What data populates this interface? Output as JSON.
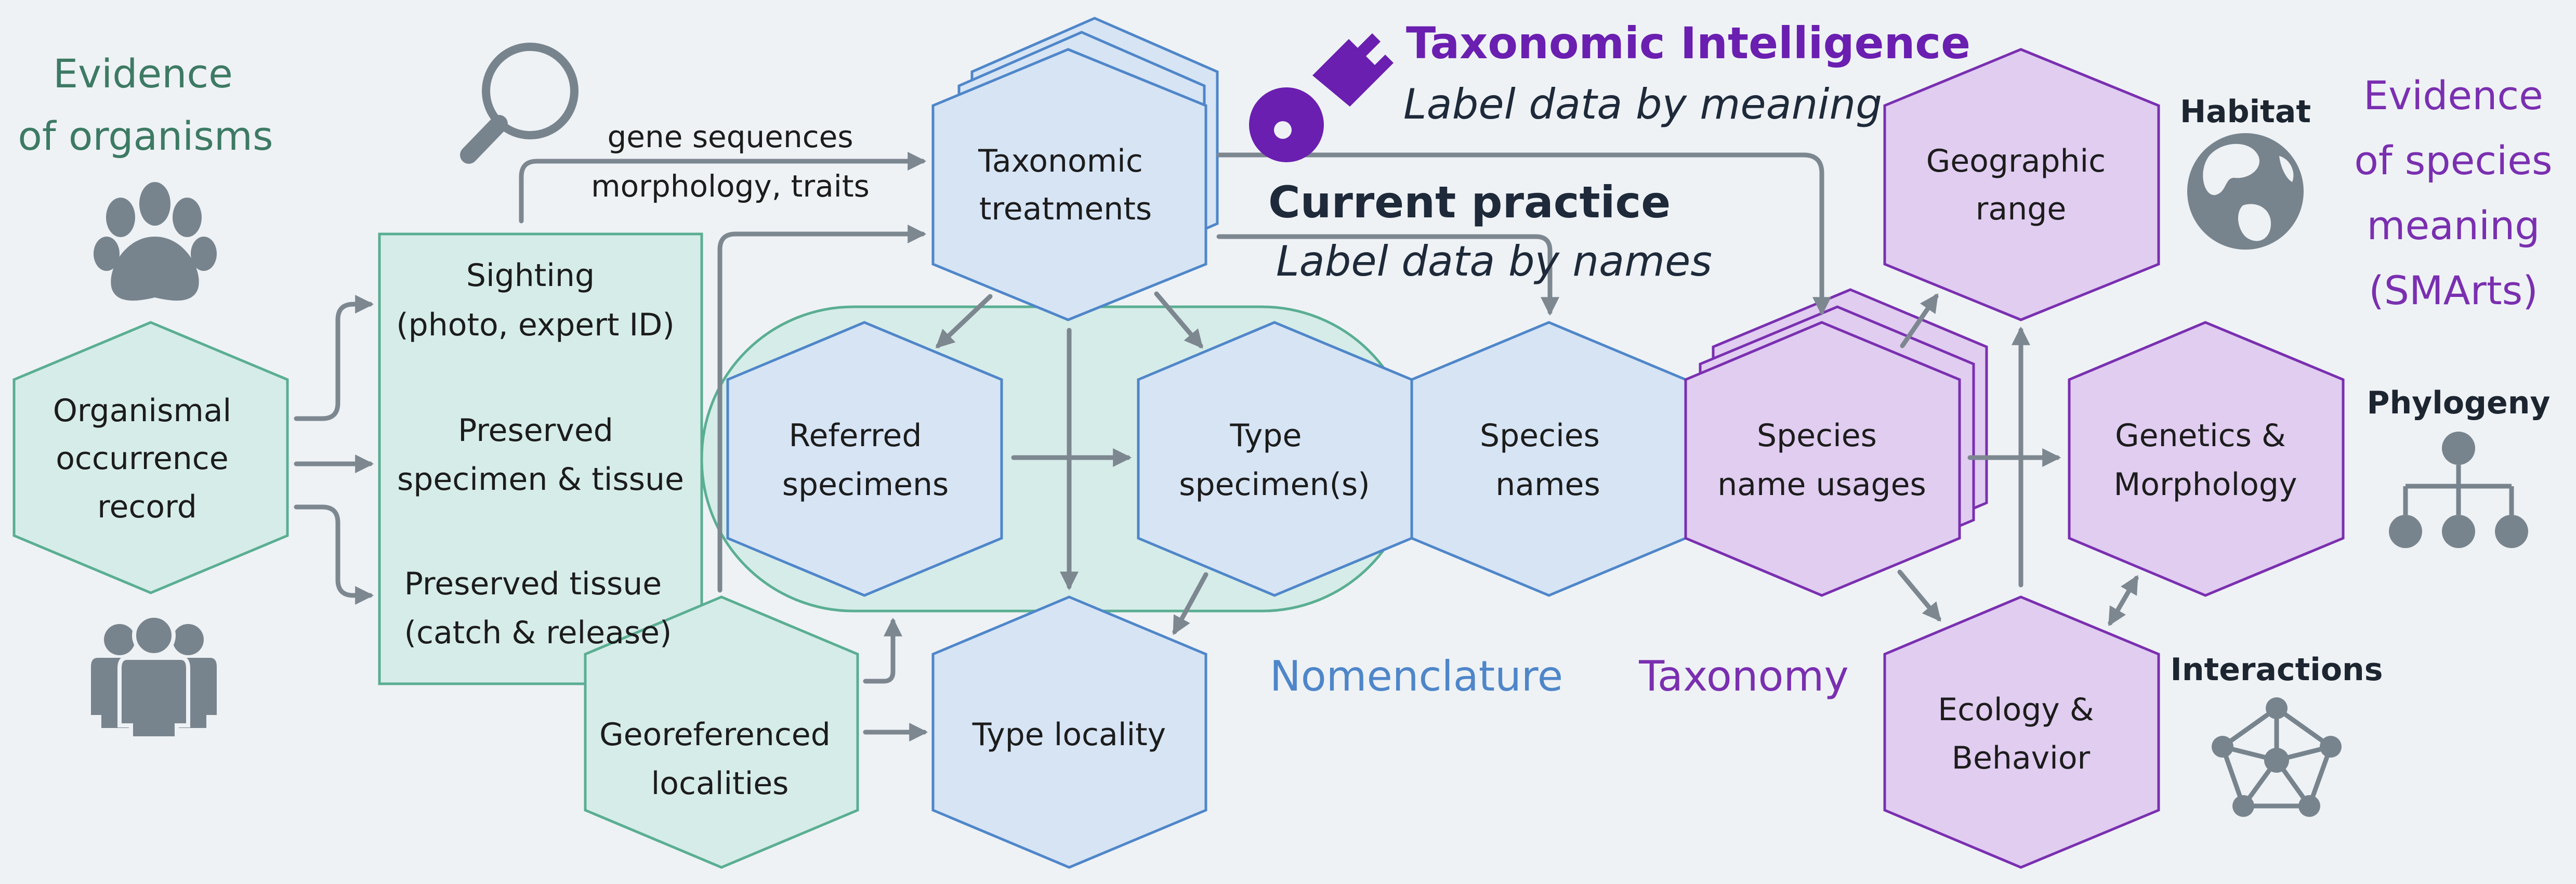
{
  "evidence_organisms": {
    "line1": "Evidence",
    "line2": "of organisms"
  },
  "evidence_species": {
    "line1": "Evidence",
    "line2": "of species",
    "line3": "meaning",
    "line4": "(SMArts)"
  },
  "taxonomic_intelligence": {
    "title": "Taxonomic Intelligence",
    "subtitle": "Label data by meaning"
  },
  "current_practice": {
    "title": "Current practice",
    "subtitle": "Label data by names"
  },
  "nodes": {
    "organismal_record": [
      "Organismal",
      "occurrence",
      "record"
    ],
    "sighting": [
      "Sighting",
      "(photo, expert ID)"
    ],
    "preserved_specimen": [
      "Preserved",
      "specimen & tissue"
    ],
    "preserved_tissue": [
      "Preserved tissue",
      "(catch & release)"
    ],
    "georeferenced": [
      "Georeferenced",
      "localities"
    ],
    "taxonomic_treatments": [
      "Taxonomic",
      "treatments"
    ],
    "referred_specimens": [
      "Referred",
      "specimens"
    ],
    "type_specimens": [
      "Type",
      "specimen(s)"
    ],
    "type_locality": "Type locality",
    "species_names": [
      "Species",
      "names"
    ],
    "species_name_usages": [
      "Species",
      "name usages"
    ],
    "geographic_range": [
      "Geographic",
      "range"
    ],
    "genetics_morphology": [
      "Genetics &",
      "Morphology"
    ],
    "ecology_behavior": [
      "Ecology &",
      "Behavior"
    ]
  },
  "edge_labels": {
    "gene_sequences": "gene sequences",
    "morphology_traits": "morphology, traits"
  },
  "group_labels": {
    "nomenclature": "Nomenclature",
    "taxonomy": "Taxonomy"
  },
  "icon_labels": {
    "habitat": "Habitat",
    "phylogeny": "Phylogeny",
    "interactions": "Interactions"
  },
  "icons": [
    "paw-icon",
    "people-icon",
    "magnifier-icon",
    "key-icon",
    "globe-icon",
    "tree-icon",
    "network-icon"
  ],
  "colors": {
    "background": "#eef2f5",
    "green_fill": "#d6ece8",
    "green_stroke": "#5aae92",
    "green_text": "#3d7a64",
    "blue_fill": "#d6e4f4",
    "blue_stroke": "#4f86c9",
    "purple_fill": "#e0cdf0",
    "purple_stroke": "#7a2fb0",
    "arrow": "#7d8790",
    "icon": "#78848d"
  }
}
